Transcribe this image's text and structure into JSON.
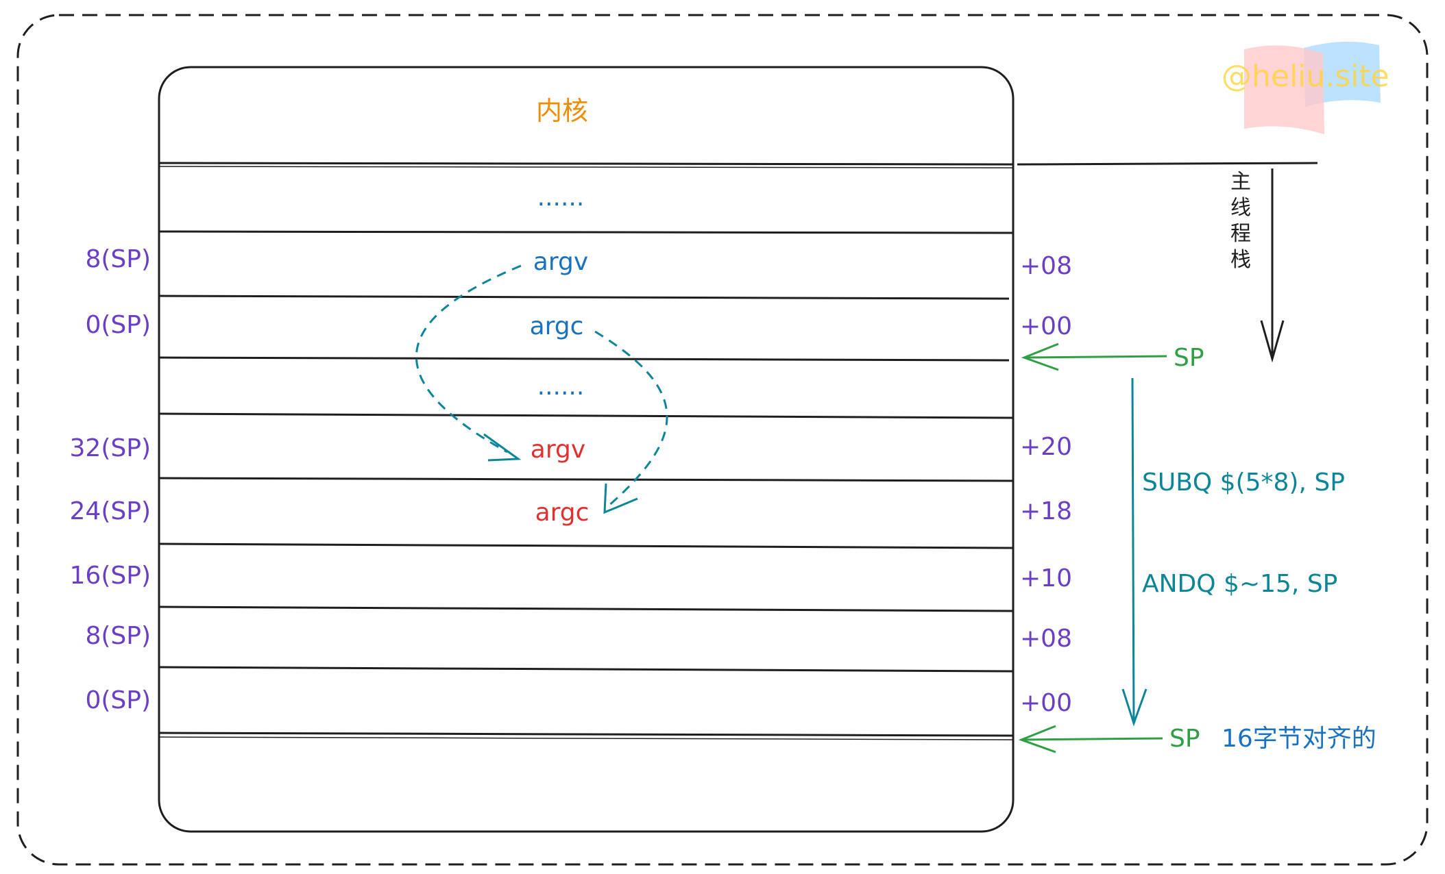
{
  "watermark": {
    "text": "@heliu.site"
  },
  "stack": {
    "title": "内核",
    "rows": [
      {
        "label": "......",
        "color": "blue",
        "left": "",
        "right": ""
      },
      {
        "label": "argv",
        "color": "blue",
        "left": "8(SP)",
        "right": "+08"
      },
      {
        "label": "argc",
        "color": "blue",
        "left": "0(SP)",
        "right": "+00"
      },
      {
        "label": "......",
        "color": "blue",
        "left": "",
        "right": ""
      },
      {
        "label": "argv",
        "color": "red",
        "left": "32(SP)",
        "right": "+20"
      },
      {
        "label": "argc",
        "color": "red",
        "left": "24(SP)",
        "right": "+18"
      },
      {
        "label": "",
        "color": "",
        "left": "16(SP)",
        "right": "+10"
      },
      {
        "label": "",
        "color": "",
        "left": "8(SP)",
        "right": "+08"
      },
      {
        "label": "",
        "color": "",
        "left": "0(SP)",
        "right": "+00"
      }
    ]
  },
  "main_stack_label": "主线程栈",
  "sp_top": "SP",
  "instructions": [
    "SUBQ $(5*8), SP",
    "ANDQ $~15, SP"
  ],
  "sp_bottom": "SP",
  "aligned_note": "16字节对齐的",
  "colors": {
    "offsets": "#6a3fc5",
    "sp_arrow": "#2f9e44",
    "instructions": "#0c8599",
    "original": "#1971c2",
    "copied": "#e03131",
    "title": "#f08c00"
  }
}
